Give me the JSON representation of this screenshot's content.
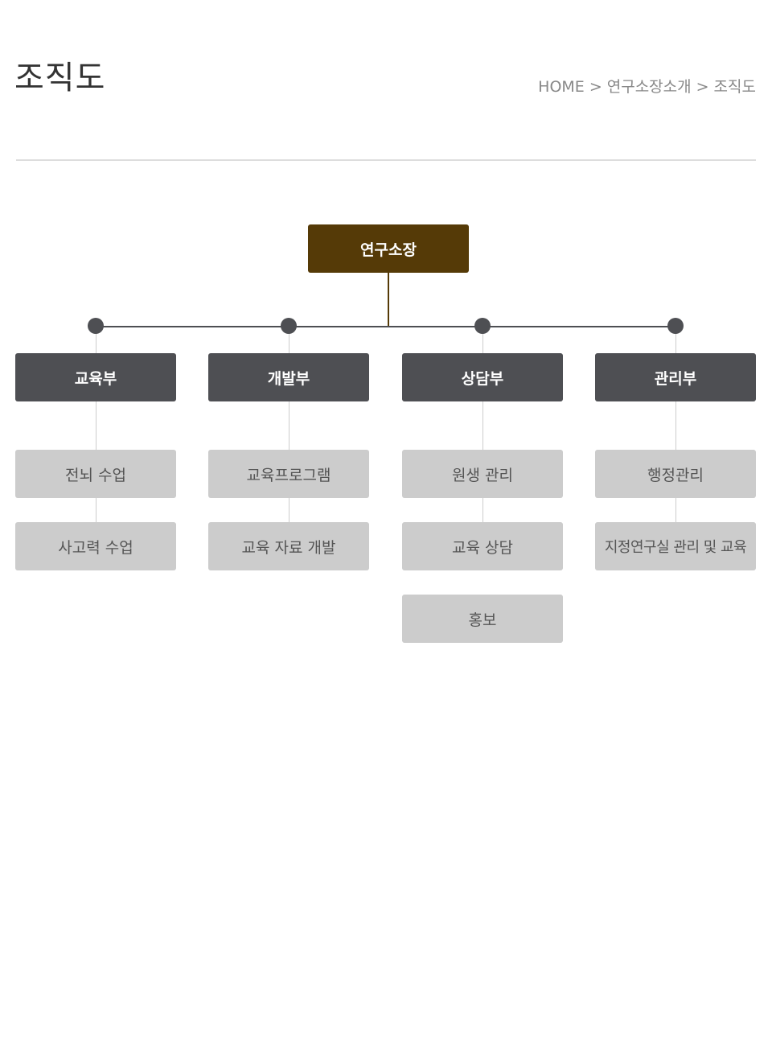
{
  "page": {
    "title": "조직도"
  },
  "breadcrumb": {
    "home": "HOME",
    "separator": ">",
    "section": "연구소장소개",
    "current": "조직도"
  },
  "org": {
    "director": "연구소장",
    "departments": [
      {
        "name": "교육부",
        "items": [
          "전뇌 수업",
          "사고력 수업"
        ]
      },
      {
        "name": "개발부",
        "items": [
          "교육프로그램",
          "교육 자료 개발"
        ]
      },
      {
        "name": "상담부",
        "items": [
          "원생 관리",
          "교육 상담",
          "홍보"
        ]
      },
      {
        "name": "관리부",
        "items": [
          "행정관리",
          "지정연구실 관리 및 교육"
        ]
      }
    ]
  },
  "colors": {
    "director_bg": "#553a07",
    "department_bg": "#4e4f53",
    "item_bg": "#cccccc",
    "connector": "#4e4f53"
  }
}
